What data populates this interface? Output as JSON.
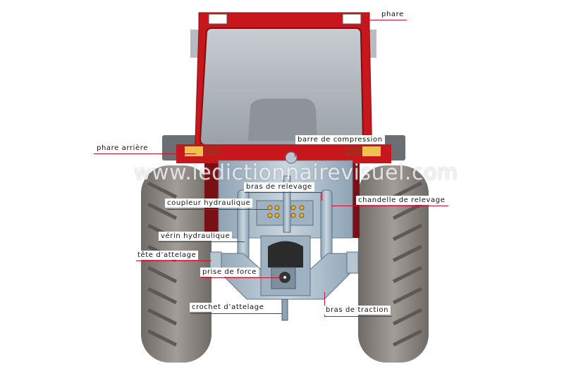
{
  "watermark": "www.ledictionnairevisuel.com",
  "labels": {
    "phare": "phare",
    "phare_arriere": "phare arrière",
    "barre_de_compression": "barre de compression",
    "bras_de_relevage": "bras de relevage",
    "coupleur_hydraulique": "coupleur hydraulique",
    "chandelle_de_relevage": "chandelle de relevage",
    "verin_hydraulique": "vérin hydraulique",
    "tete_d_attelage": "tête d’attelage",
    "prise_de_force": "prise de force",
    "crochet_d_attelage": "crochet d’attelage",
    "bras_de_traction": "bras de traction"
  },
  "colors": {
    "body": "#c8161d",
    "steel": "#a9bccb",
    "tire": "#8a8580",
    "leader": "#c8102e"
  }
}
